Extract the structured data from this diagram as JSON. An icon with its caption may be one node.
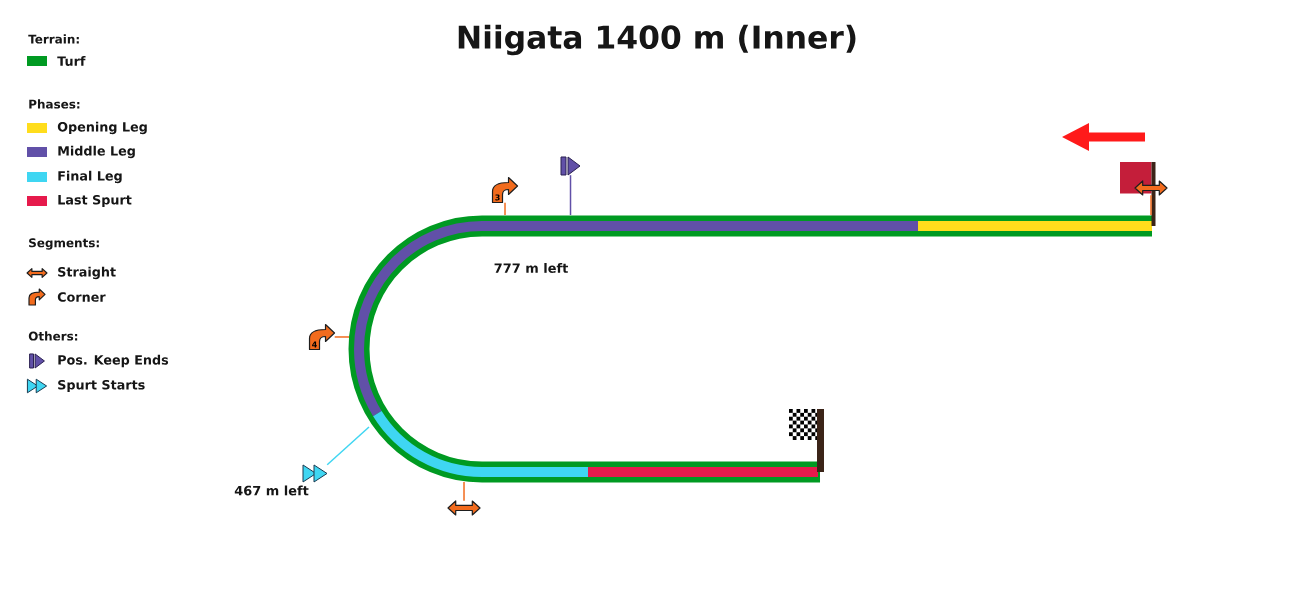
{
  "diagram": {
    "title": "Niigata 1400 m (Inner)",
    "nodes": [
      {
        "text": [],
        "shape": "picture"
      },
      {
        "text": [
          "3"
        ]
      },
      {
        "text": [],
        "shape": "picture"
      },
      {
        "text": [
          "4"
        ]
      },
      {
        "text": [],
        "shape": "picture",
        "beside": [
          "467 m left"
        ]
      },
      {
        "text": [],
        "shape": "picture"
      }
    ],
    "edges": [
      {
        "from": 0,
        "to": null,
        "arrow": "none",
        "color": "#6150a8"
      },
      {
        "from": 1,
        "to": null,
        "arrow": "none"
      },
      {
        "from": 2,
        "to": null,
        "arrow": "none"
      },
      {
        "from": 3,
        "to": null,
        "arrow": "none"
      },
      {
        "from": 4,
        "to": null,
        "arrow": "none",
        "color": "#3fd6f2"
      },
      {
        "from": 5,
        "to": null,
        "arrow": "none"
      }
    ],
    "labels": [
      "Terrain:",
      "Phases:",
      "Segments:",
      "Others:",
      "777 m left"
    ],
    "legend": [
      {
        "text": "Turf",
        "color": "#009a22"
      },
      {
        "text": "Opening Leg",
        "color": "#ffdd1c"
      },
      {
        "text": "Middle Leg",
        "color": "#6150a8"
      },
      {
        "text": "Final Leg",
        "color": "#3fd6f2"
      },
      {
        "text": "Last Spurt",
        "color": "#e61a4c"
      },
      {
        "text": "Straight"
      },
      {
        "text": "Corner"
      },
      {
        "text": "Pos. Keep Ends"
      },
      {
        "text": "Spurt Starts"
      }
    ]
  }
}
